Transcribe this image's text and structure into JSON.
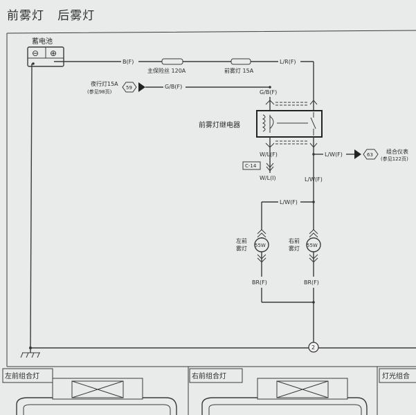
{
  "title": "前雾灯   后雾灯",
  "labels": {
    "battery": "蓄电池",
    "wire_bf": "B(F)",
    "fuse_main": "主保险丝 120A",
    "fuse_fog": "前雾灯 15A",
    "wire_lr": "L/R(F)",
    "night_light_1": "夜行灯15A",
    "night_light_2": "(参见98页)",
    "conn_59": "59",
    "wire_gb": "G/B(F)",
    "wire_gb_2": "G/B(F)",
    "relay": "前雾灯继电器",
    "wire_wl_f": "W/L(F)",
    "c14": "C-14",
    "wire_wl_i": "W/L(I)",
    "wire_lw_relay": "L/W(F)",
    "conn_63": "63",
    "meter_1": "组合仪表",
    "meter_2": "(参见122页)",
    "wire_lw_2": "L/W(F)",
    "wire_lw_3": "L/W(F)",
    "left_fog_1": "左前",
    "left_fog_2": "雾灯",
    "left_watt": "55W",
    "right_fog_1": "右前",
    "right_fog_2": "雾灯",
    "right_watt": "55W",
    "wire_br_left": "BR(F)",
    "wire_br_right": "BR(F)",
    "ground_2": "2"
  },
  "bottom_panels": {
    "left": "左前组合灯",
    "middle": "右前组合灯",
    "right": "灯光组合"
  }
}
